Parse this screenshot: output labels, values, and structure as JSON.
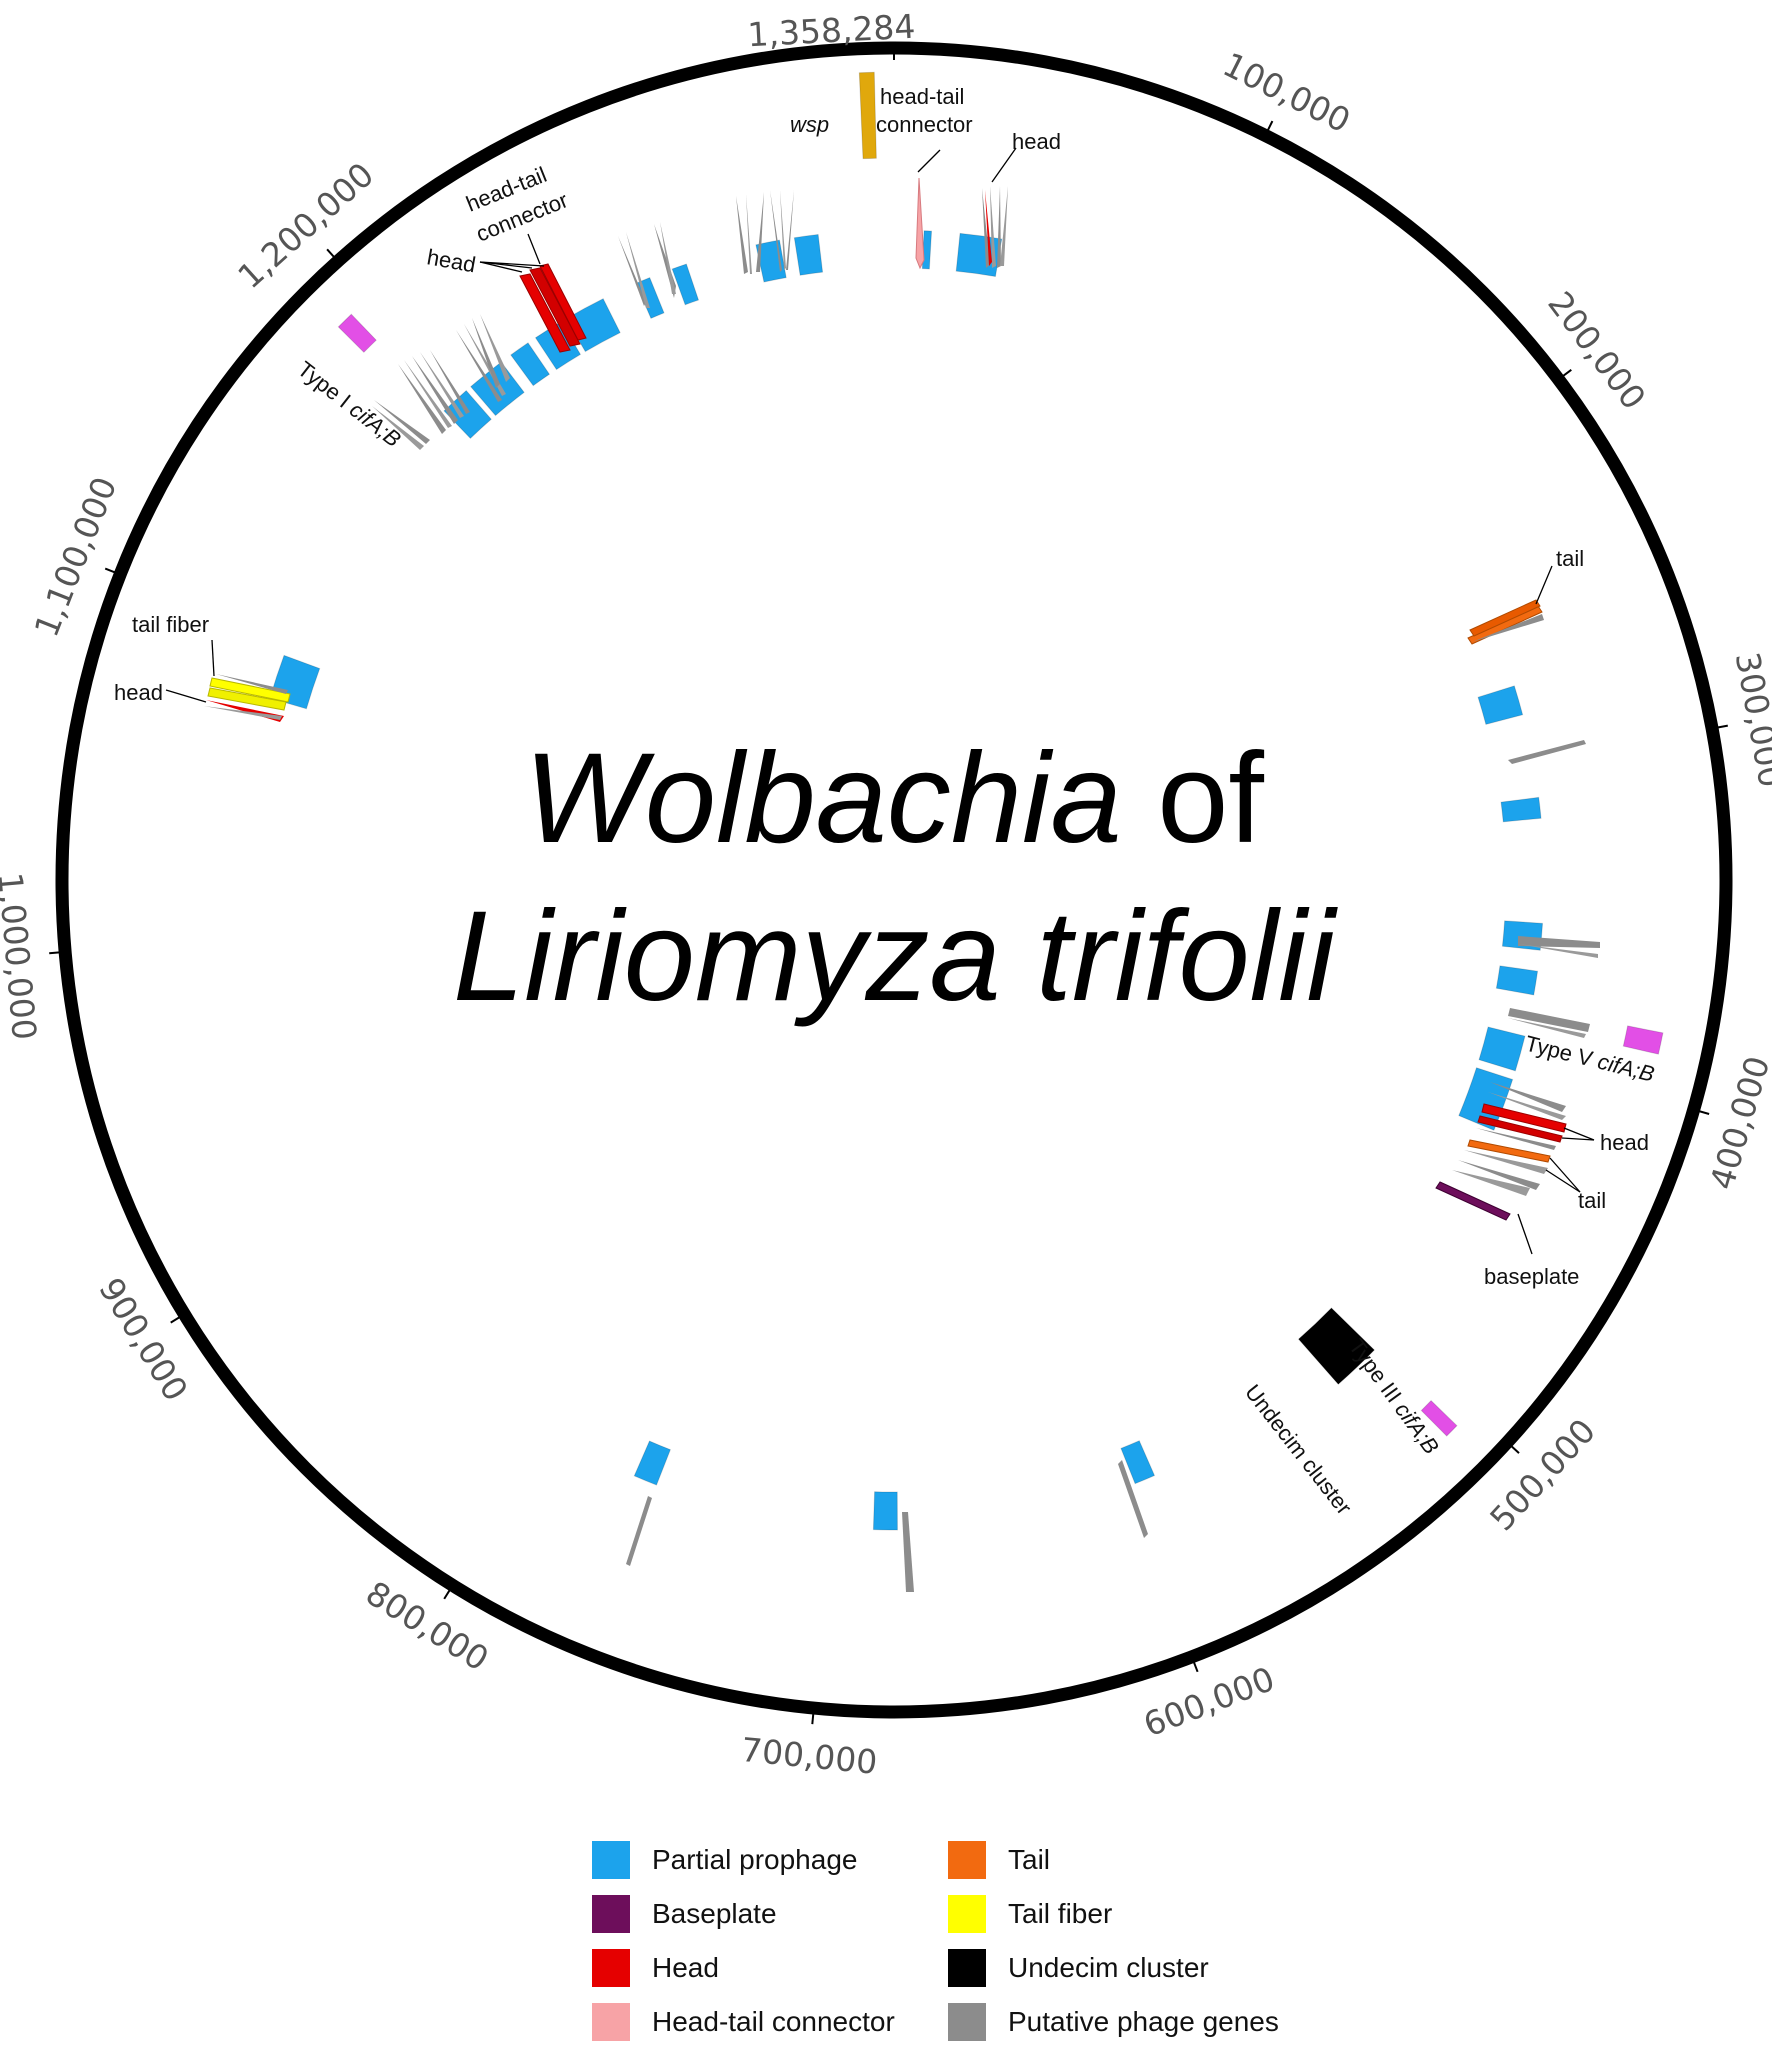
{
  "title": {
    "genus": "Wolbachia",
    "connector": "of",
    "species": "Liriomyza trifolii"
  },
  "genome": {
    "length_bp": 1358284,
    "length_label": "1,358,284"
  },
  "ticks": [
    {
      "bp": 100000,
      "label": "100,000"
    },
    {
      "bp": 200000,
      "label": "200,000"
    },
    {
      "bp": 300000,
      "label": "300,000"
    },
    {
      "bp": 400000,
      "label": "400,000"
    },
    {
      "bp": 500000,
      "label": "500,000"
    },
    {
      "bp": 600000,
      "label": "600,000"
    },
    {
      "bp": 700000,
      "label": "700,000"
    },
    {
      "bp": 800000,
      "label": "800,000"
    },
    {
      "bp": 900000,
      "label": "900,000"
    },
    {
      "bp": 1000000,
      "label": "1,000,000"
    },
    {
      "bp": 1100000,
      "label": "1,100,000"
    },
    {
      "bp": 1200000,
      "label": "1,200,000"
    }
  ],
  "colors": {
    "partial_prophage": "#1ca3ec",
    "baseplate": "#6d0e5b",
    "head": "#e50000",
    "head_tail_connector": "#f7a3a6",
    "tail": "#f26a10",
    "tail_fiber": "#ffff00",
    "undecim_cluster": "#000000",
    "putative_phage_genes": "#8c8c8c",
    "cifAB": "#e24fe6",
    "wsp": "#e0a80c",
    "backbone": "#000000"
  },
  "legend": [
    {
      "key": "partial_prophage",
      "label": "Partial prophage",
      "color": "#1ca3ec"
    },
    {
      "key": "tail",
      "label": "Tail",
      "color": "#f26a10"
    },
    {
      "key": "baseplate",
      "label": "Baseplate",
      "color": "#6d0e5b"
    },
    {
      "key": "tail_fiber",
      "label": "Tail fiber",
      "color": "#ffff00"
    },
    {
      "key": "head",
      "label": "Head",
      "color": "#e50000"
    },
    {
      "key": "undecim_cluster",
      "label": "Undecim cluster",
      "color": "#000000"
    },
    {
      "key": "head_tail_connector",
      "label": "Head-tail connector",
      "color": "#f7a3a6"
    },
    {
      "key": "putative_phage_genes",
      "label": "Putative phage genes",
      "color": "#8c8c8c"
    }
  ],
  "annotations": {
    "wsp": "wsp",
    "head_tail_connector": [
      "head-tail",
      "connector"
    ],
    "head": "head",
    "tail": "tail",
    "tail_fiber": "tail fiber",
    "baseplate": "baseplate",
    "type_I": {
      "prefix": "Type I ",
      "gene": "cifA;B"
    },
    "type_III": {
      "prefix": "Type III ",
      "gene": "cifA;B"
    },
    "type_V": {
      "prefix": "Type V ",
      "gene": "cifA;B"
    },
    "undecim": "Undecim cluster"
  },
  "features": [
    {
      "type": "prophage",
      "start": 22000,
      "end": 36000
    },
    {
      "type": "prophage",
      "start": 10000,
      "end": 12500
    },
    {
      "type": "prophage",
      "start": 1325000,
      "end": 1333000
    },
    {
      "type": "prophage",
      "start": 1312000,
      "end": 1320000
    },
    {
      "type": "prophage",
      "start": 1283000,
      "end": 1288000
    },
    {
      "type": "prophage",
      "start": 1270000,
      "end": 1275000
    },
    {
      "type": "prophage",
      "start": 1244000,
      "end": 1258000
    },
    {
      "type": "prophage",
      "start": 1232000,
      "end": 1242000
    },
    {
      "type": "prophage",
      "start": 1222000,
      "end": 1229000
    },
    {
      "type": "prophage",
      "start": 1205000,
      "end": 1218000
    },
    {
      "type": "prophage",
      "start": 1193000,
      "end": 1203000
    },
    {
      "type": "prophage",
      "start": 1080000,
      "end": 1095000
    },
    {
      "type": "prophage",
      "start": 274000,
      "end": 284000
    },
    {
      "type": "prophage",
      "start": 312000,
      "end": 319000
    },
    {
      "type": "prophage",
      "start": 354000,
      "end": 363000
    },
    {
      "type": "prophage",
      "start": 370000,
      "end": 378000
    },
    {
      "type": "prophage",
      "start": 392000,
      "end": 404000
    },
    {
      "type": "prophage",
      "start": 407000,
      "end": 425000
    },
    {
      "type": "prophage",
      "start": 590000,
      "end": 597000
    },
    {
      "type": "prophage",
      "start": 678000,
      "end": 686000
    },
    {
      "type": "prophage",
      "start": 760000,
      "end": 768000
    },
    {
      "type": "undecim",
      "start": 507000,
      "end": 523000
    },
    {
      "type": "cif",
      "start": 1188000,
      "end": 1193000
    },
    {
      "type": "cif",
      "start": 382000,
      "end": 388000
    },
    {
      "type": "cif",
      "start": 506000,
      "end": 510000
    },
    {
      "type": "wsp",
      "start": 1349000,
      "end": 1353000
    }
  ]
}
